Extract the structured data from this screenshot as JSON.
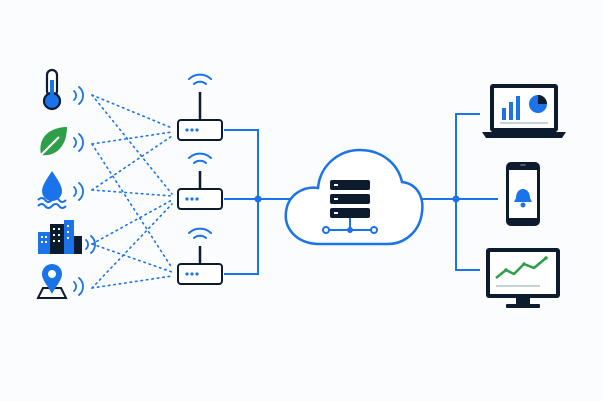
{
  "colors": {
    "accent": "#1a73e8",
    "dark": "#0d1b2e",
    "green": "#2e9e48",
    "background": "#fbfcfe",
    "link": "#1a73e8"
  },
  "sensors": [
    {
      "name": "thermometer",
      "icon": "thermometer-icon"
    },
    {
      "name": "leaf",
      "icon": "leaf-icon"
    },
    {
      "name": "water",
      "icon": "water-drop-icon"
    },
    {
      "name": "city",
      "icon": "buildings-icon"
    },
    {
      "name": "location",
      "icon": "map-pin-icon"
    }
  ],
  "gateways": [
    {
      "name": "gateway-top",
      "icon": "router-icon"
    },
    {
      "name": "gateway-middle",
      "icon": "router-icon"
    },
    {
      "name": "gateway-bottom",
      "icon": "router-icon"
    }
  ],
  "cloud": {
    "icon": "cloud-server-icon"
  },
  "outputs": [
    {
      "name": "laptop-dashboard",
      "icon": "laptop-chart-icon"
    },
    {
      "name": "phone-alert",
      "icon": "phone-bell-icon"
    },
    {
      "name": "monitor-analytics",
      "icon": "monitor-line-chart-icon"
    }
  ]
}
